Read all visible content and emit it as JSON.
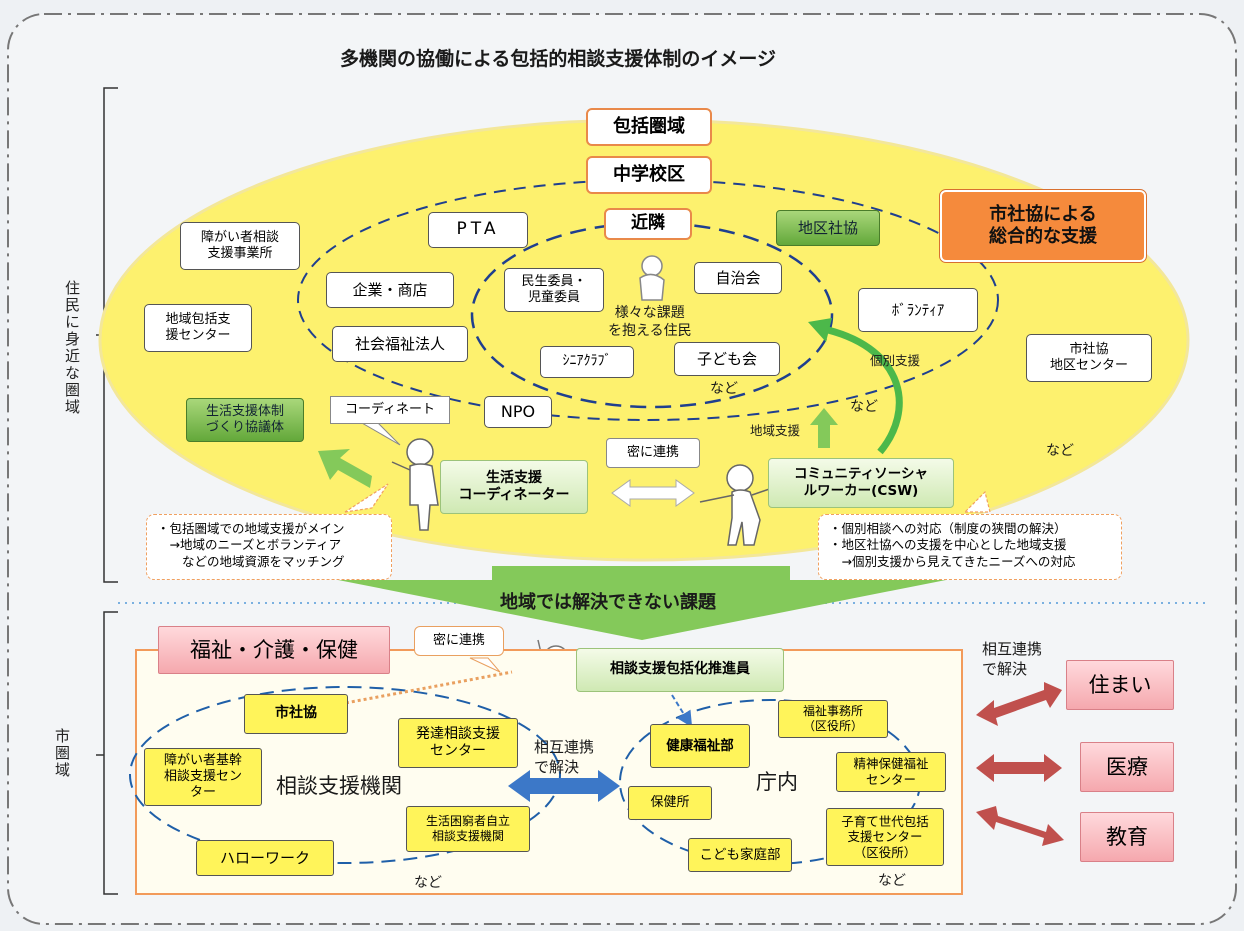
{
  "title": "多機関の協働による包括的相談支援体制のイメージ",
  "side_labels": {
    "resident": "住民に身近な圏域",
    "city": "市圏域"
  },
  "areas": {
    "houkatsu": "包括圏域",
    "chugakko": "中学校区",
    "kinrin": "近隣"
  },
  "shakyo_support": "市社協による\n総合的な支援",
  "outer_items": {
    "shogai_soudan": "障がい者相談\n支援事業所",
    "chiiki_houkatsu": "地域包括支\n援センター",
    "seikatsu_kyogi": "生活支援体制\nづくり協議体",
    "shakyo_center": "市社協\n地区センター",
    "nado": "など"
  },
  "middle_items": {
    "pta": "PTA",
    "kigyo": "企業・商店",
    "shafuku": "社会福祉法人",
    "npo": "NPO",
    "chiku_shakyo": "地区社協",
    "volunteer": "ﾎﾞﾗﾝﾃｨｱ",
    "nado": "など"
  },
  "inner_items": {
    "minsei": "民生委員・\n児童委員",
    "jichikai": "自治会",
    "senior": "ｼﾆｱｸﾗﾌﾞ",
    "kodomokai": "子ども会",
    "residents": "様々な課題\nを抱える住民",
    "nado": "など"
  },
  "actors": {
    "coordinator": "生活支援\nコーディネーター",
    "csw": "コミュニティソーシャ\nルワーカー(CSW)"
  },
  "callouts": {
    "coordinate": "コーディネート",
    "mitsu": "密に連携"
  },
  "arrow_labels": {
    "kobetsu": "個別支援",
    "chiiki": "地域支援"
  },
  "notes": {
    "left": "・包括圏域での地域支援がメイン\n　→地域のニーズとボランティア\n　　などの地域資源をマッチング",
    "right": "・個別相談への対応（制度の狭間の解決）\n・地区社協への支援を中心とした地域支援\n　→個別支援から見えてきたニーズへの対応"
  },
  "big_arrow": "地域では解決できない課題",
  "city": {
    "fukushi": "福祉・介護・保健",
    "mitsu": "密に連携",
    "suishinin": "相談支援包括化推進員",
    "soudan_kikan": "相談支援機関",
    "shakyo": "市社協",
    "hattatsu": "発達相談支援\nセンター",
    "shogai_kikan": "障がい者基幹\n相談支援セン\nター",
    "seikatsu_konkyu": "生活困窮者自立\n相談支援機関",
    "hellowork": "ハローワーク",
    "nado1": "など",
    "sougo": "相互連携\nで解決",
    "chonai": "庁内",
    "kenkou": "健康福祉部",
    "fukushi_jimusho": "福祉事務所\n（区役所）",
    "seishin": "精神保健福祉\nセンター",
    "hokenjo": "保健所",
    "kosodate": "子育て世代包括\n支援センター\n（区役所）",
    "kodomo_katei": "こども家庭部",
    "nado2": "など"
  },
  "right_side": {
    "sougo": "相互連携\nで解決",
    "sumai": "住まい",
    "iryo": "医療",
    "kyoiku": "教育"
  },
  "colors": {
    "yellow_ellipse": "#fdf16e",
    "dashed_blue": "#1f3f8f",
    "orange": "#f58a3c",
    "green_arrow": "#7cc24a",
    "red_arrow": "#c0504d",
    "city_frame": "#f29a5a"
  }
}
